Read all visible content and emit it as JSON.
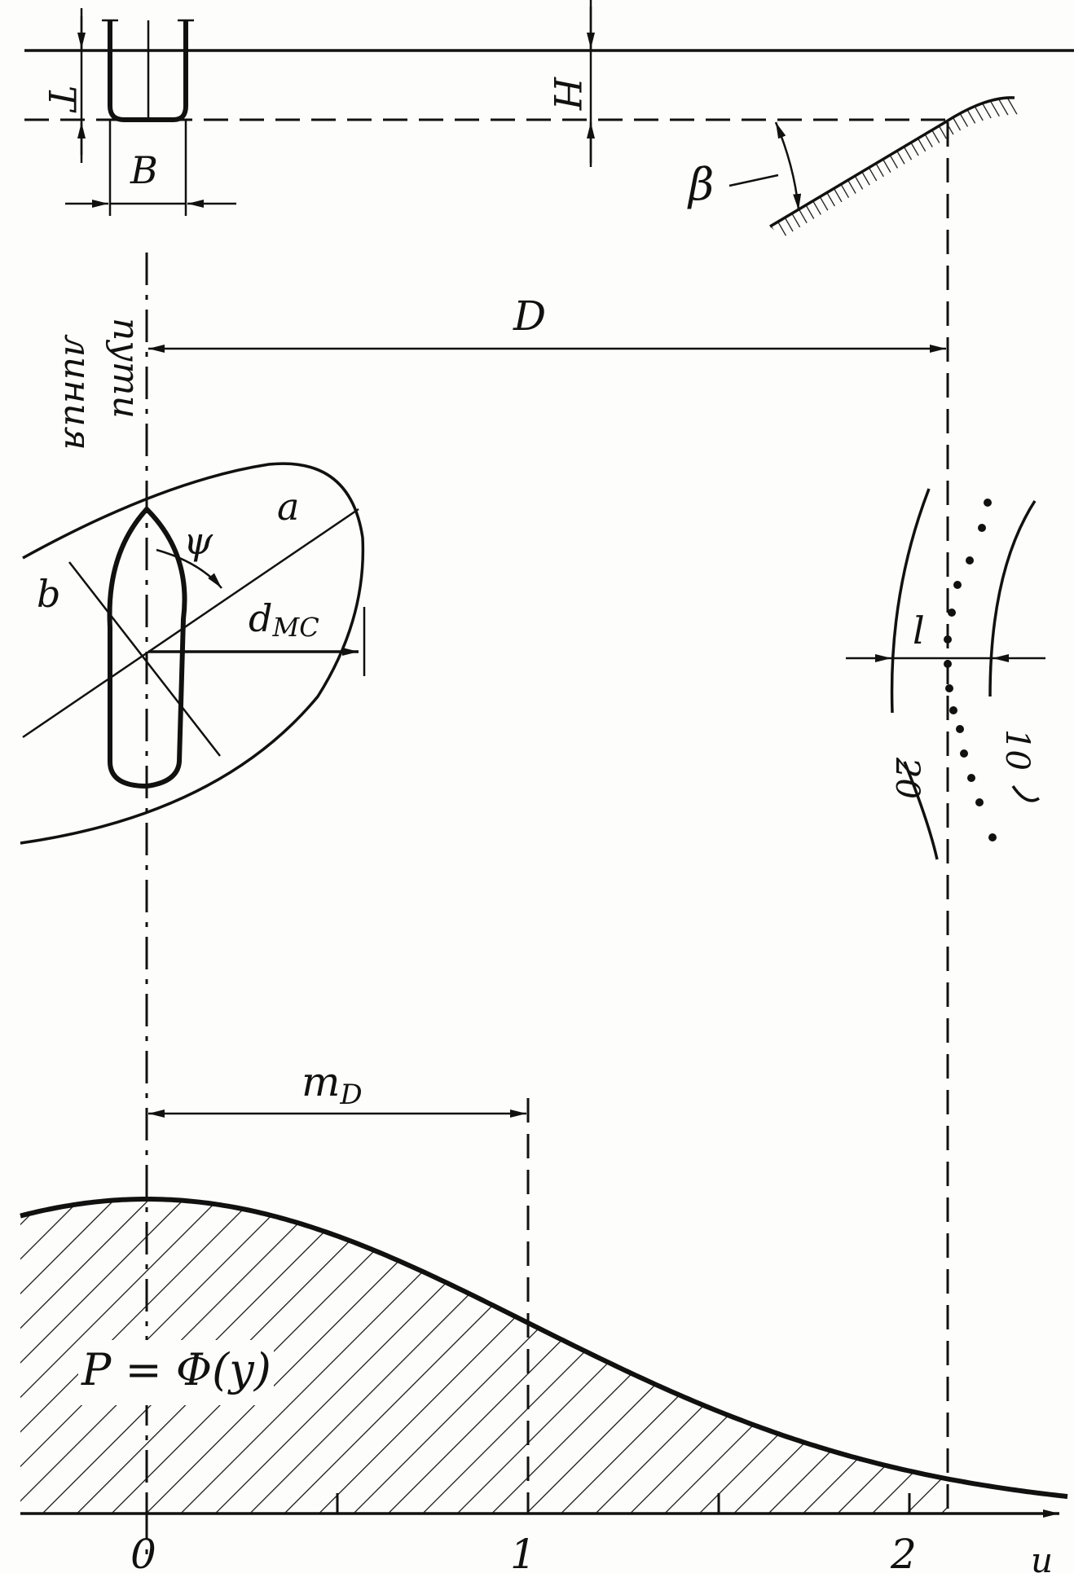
{
  "labels": {
    "T": "T",
    "B": "B",
    "H": "H",
    "beta": "β",
    "D": "D",
    "route_line_1": "линия",
    "route_line_2": "пути",
    "a": "a",
    "b": "b",
    "psi": "ψ",
    "d_ms": "d",
    "d_ms_sub": "МС",
    "l": "l",
    "contour_10": "10",
    "contour_20": "20",
    "mD": "m",
    "mD_sub": "D",
    "formula": "P = Φ(y)",
    "axis_end": "u"
  },
  "axis": {
    "ticks": [
      "0",
      "1",
      "2"
    ]
  }
}
